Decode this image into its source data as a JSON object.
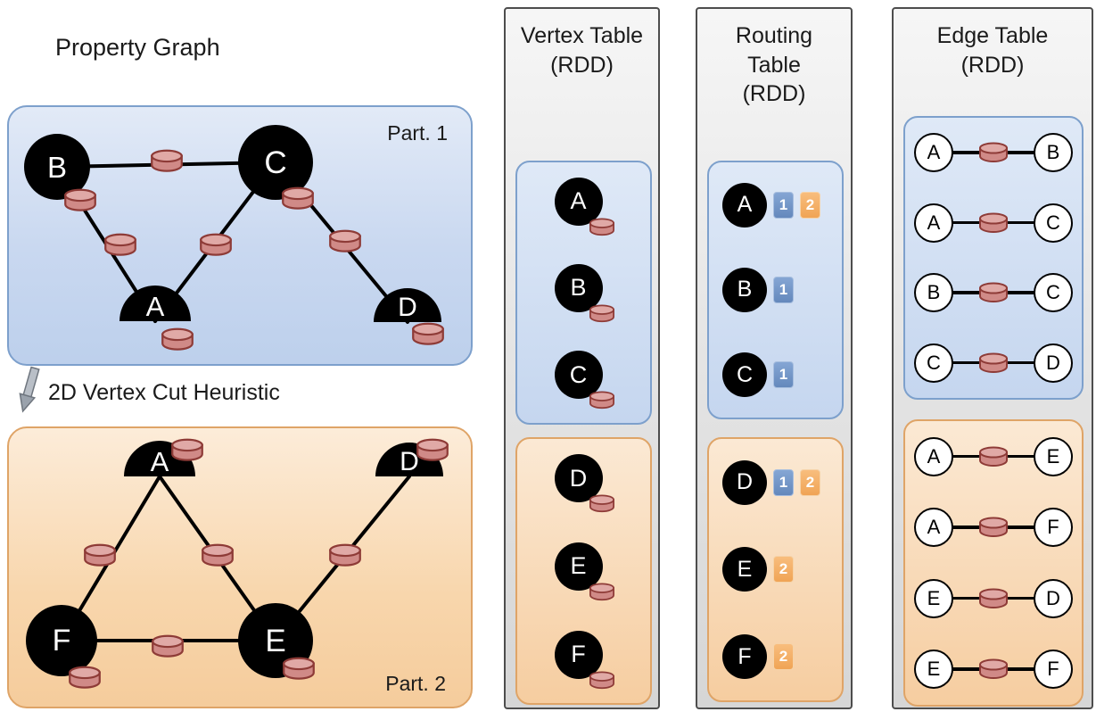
{
  "left": {
    "title": "Property Graph",
    "arrow_label": "2D Vertex Cut Heuristic",
    "part1": {
      "label": "Part. 1",
      "vertices": [
        "B",
        "C",
        "A",
        "D"
      ]
    },
    "part2": {
      "label": "Part. 2",
      "vertices": [
        "A",
        "D",
        "F",
        "E"
      ]
    }
  },
  "vertex_table": {
    "title": "Vertex Table",
    "subtitle": "(RDD)",
    "part1_vertices": [
      "A",
      "B",
      "C"
    ],
    "part2_vertices": [
      "D",
      "E",
      "F"
    ]
  },
  "routing_table": {
    "title_line1": "Routing",
    "title_line2": "Table",
    "subtitle": "(RDD)",
    "part1_entries": [
      {
        "vertex": "A",
        "badges": [
          {
            "label": "1",
            "color": "#7296c4"
          },
          {
            "label": "2",
            "color": "#f5ab64"
          }
        ]
      },
      {
        "vertex": "B",
        "badges": [
          {
            "label": "1",
            "color": "#7296c4"
          }
        ]
      },
      {
        "vertex": "C",
        "badges": [
          {
            "label": "1",
            "color": "#7296c4"
          }
        ]
      }
    ],
    "part2_entries": [
      {
        "vertex": "D",
        "badges": [
          {
            "label": "1",
            "color": "#7296c4"
          },
          {
            "label": "2",
            "color": "#f5ab64"
          }
        ]
      },
      {
        "vertex": "E",
        "badges": [
          {
            "label": "2",
            "color": "#f5ab64"
          }
        ]
      },
      {
        "vertex": "F",
        "badges": [
          {
            "label": "2",
            "color": "#f5ab64"
          }
        ]
      }
    ]
  },
  "edge_table": {
    "title": "Edge Table",
    "subtitle": "(RDD)",
    "part1_edges": [
      {
        "src": "A",
        "dst": "B"
      },
      {
        "src": "A",
        "dst": "C"
      },
      {
        "src": "B",
        "dst": "C"
      },
      {
        "src": "C",
        "dst": "D"
      }
    ],
    "part2_edges": [
      {
        "src": "A",
        "dst": "E"
      },
      {
        "src": "A",
        "dst": "F"
      },
      {
        "src": "E",
        "dst": "D"
      },
      {
        "src": "E",
        "dst": "F"
      }
    ]
  },
  "colors": {
    "partition1_fill": "#c9d8f0",
    "partition1_border": "#7da0cc",
    "partition2_fill": "#f8d6ac",
    "partition2_border": "#dfa467",
    "vertex_fill": "#000000",
    "cylinder_fill": "#d08a87",
    "cylinder_border": "#8e3b37",
    "badge_blue": "#7296c4",
    "badge_orange": "#f5ab64",
    "table_fill": "#e4e4e4",
    "table_border": "#4d4d4d"
  }
}
